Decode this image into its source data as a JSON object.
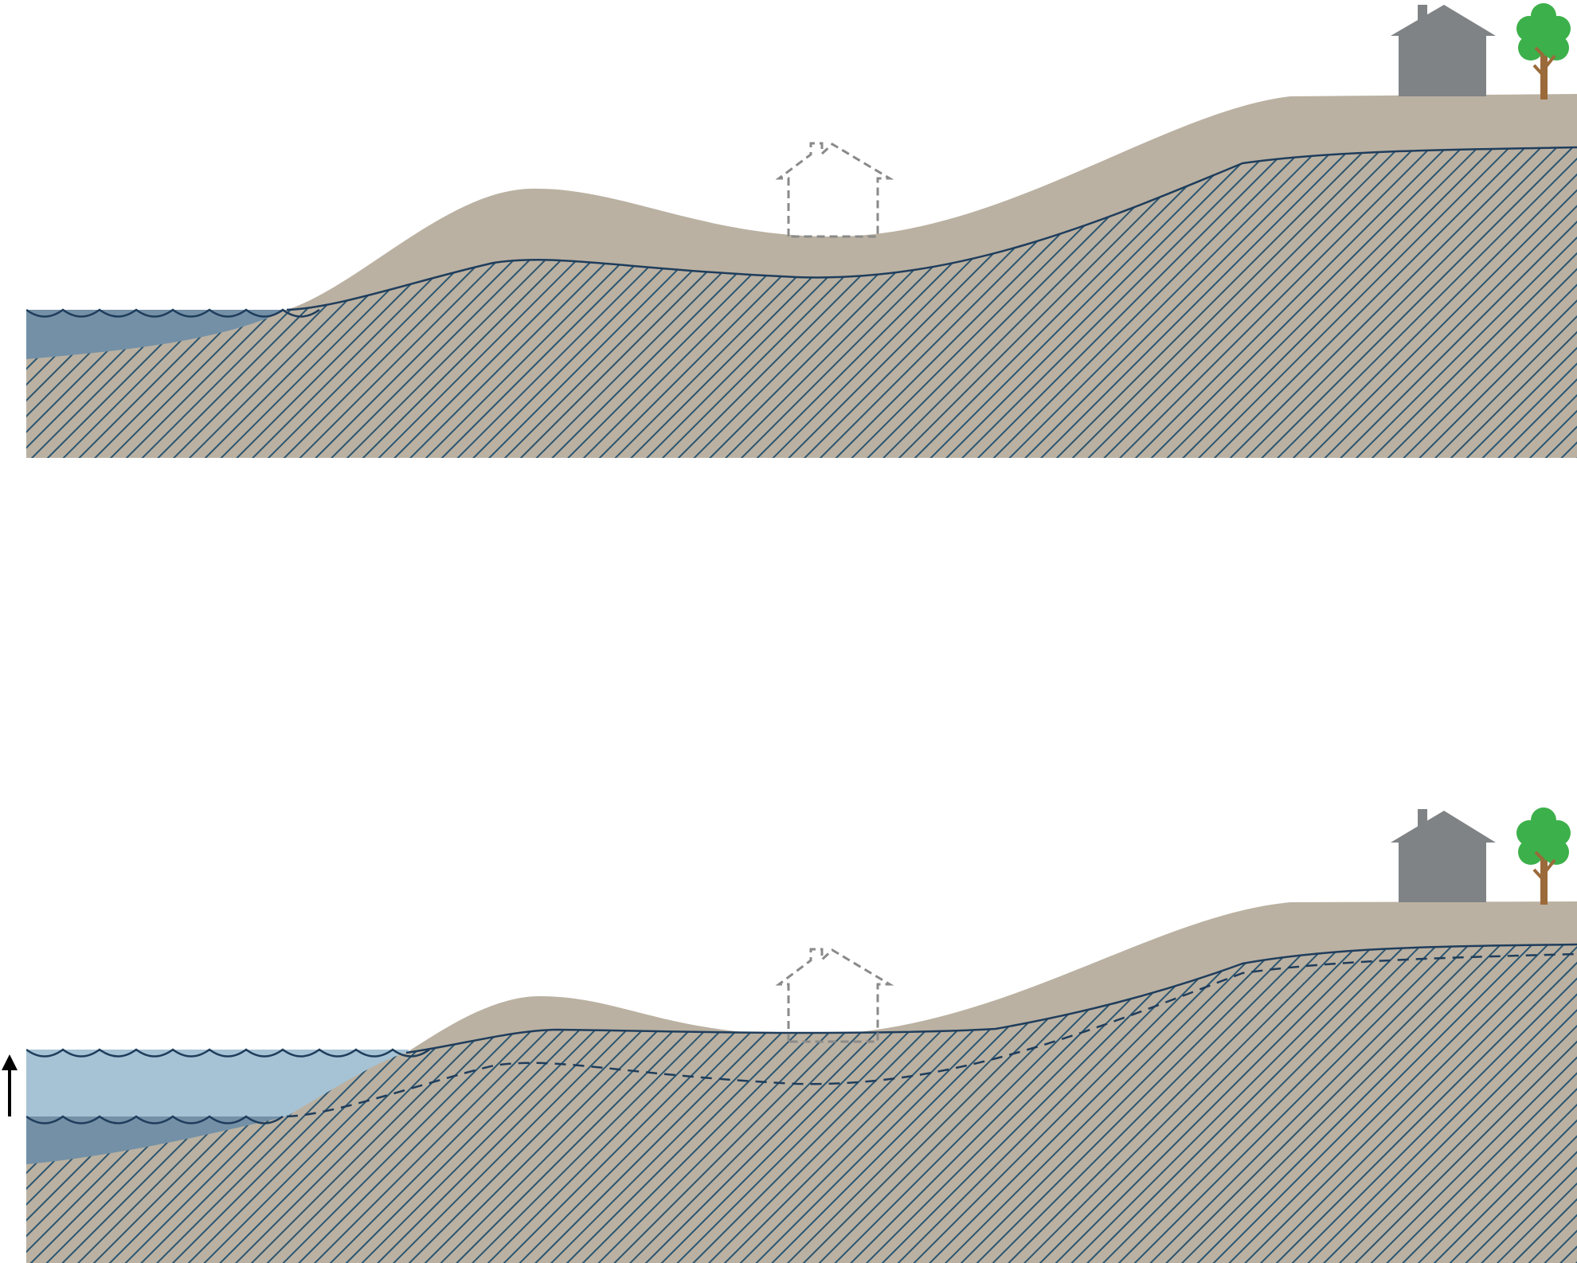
{
  "diagram": {
    "panels": [
      {
        "id": "before",
        "water_levels": 1,
        "has_rise_arrow": false,
        "has_old_water_table": false
      },
      {
        "id": "after",
        "water_levels": 2,
        "has_rise_arrow": true,
        "has_old_water_table": true
      }
    ],
    "icons": [
      "house-icon",
      "tree-icon",
      "dashed-house-outline-icon",
      "wave-icon",
      "up-arrow-icon"
    ],
    "colors": {
      "sand": "#bab1a2",
      "hatch": "#2b5570",
      "water_table_line": "#1f3d5c",
      "original_water": "#7390a6",
      "raised_water": "#a6c3d5",
      "house": "#808385",
      "house_outline": "#8a8a8a",
      "tree_leaves": "#3cb04a",
      "tree_trunk": "#9b6a3a",
      "arrow": "#000000"
    }
  }
}
